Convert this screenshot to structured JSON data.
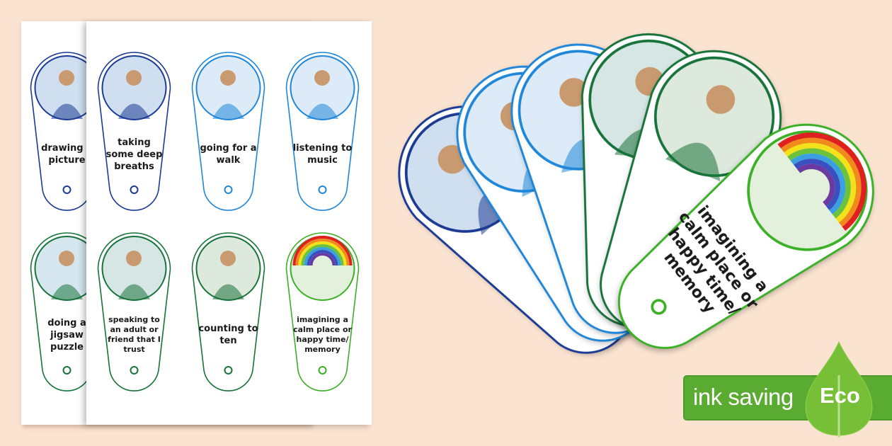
{
  "back_sheet": {
    "cards": [
      {
        "label": "drawing a picture",
        "color": "#1b3a93",
        "pic": "#cfdff0"
      },
      {
        "label": "doing a jigsaw puzzle",
        "color": "#17733a",
        "pic": "#d5e6ef"
      }
    ]
  },
  "front_sheet": {
    "cards": [
      {
        "label": "taking some deep breaths",
        "color": "#1b3a93",
        "pic": "#cfdff0"
      },
      {
        "label": "going for a walk",
        "color": "#1f86d8",
        "pic": "#dcebf7"
      },
      {
        "label": "listening to music",
        "color": "#1f86d8",
        "pic": "#dcebf7"
      },
      {
        "label": "speaking to an adult or friend that I trust",
        "color": "#17733a",
        "pic": "#d5e6e4"
      },
      {
        "label": "counting to ten",
        "color": "#17733a",
        "pic": "#dde9dc"
      },
      {
        "label": "imagining a calm place or happy time/ memory",
        "color": "#3bb026",
        "pic": "#e3f0dc",
        "rainbow": true
      }
    ]
  },
  "fan": {
    "cards": [
      {
        "color": "#1b3a93",
        "pic": "#cfdff0"
      },
      {
        "color": "#1f86d8",
        "pic": "#dcebf7"
      },
      {
        "color": "#1f86d8",
        "pic": "#dcebf7"
      },
      {
        "color": "#17733a",
        "pic": "#d5e6e4"
      },
      {
        "color": "#17733a",
        "pic": "#dde9dc"
      },
      {
        "color": "#3bb026",
        "pic": "#e3f0dc",
        "rainbow": true,
        "label": "imagining a calm place or happy time/ memory"
      }
    ]
  },
  "badge": {
    "text": "ink saving",
    "eco": "Eco",
    "color": "#5aab32"
  }
}
